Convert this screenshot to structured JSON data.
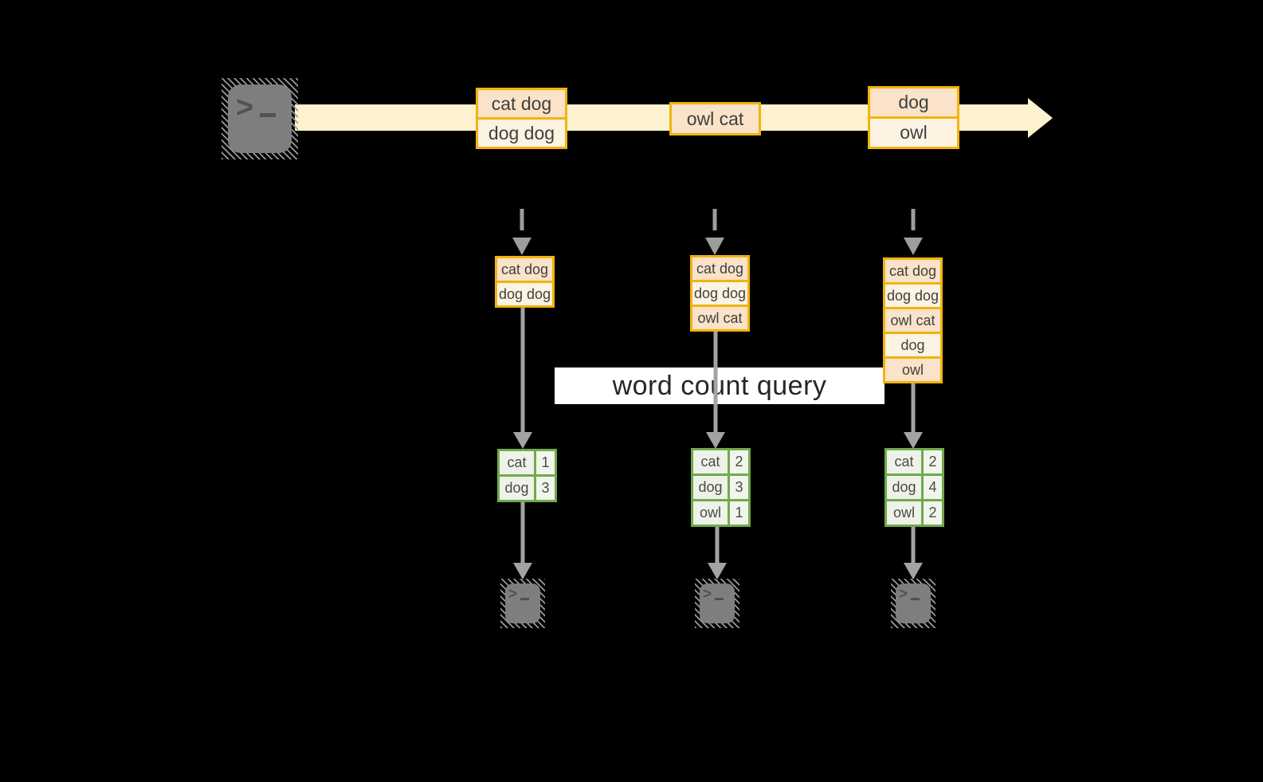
{
  "diagram": {
    "query_label": "word count query",
    "stream": {
      "events": [
        {
          "lines": [
            "cat dog",
            "dog dog"
          ]
        },
        {
          "lines": [
            "owl cat"
          ]
        },
        {
          "lines": [
            "dog",
            "owl"
          ]
        }
      ]
    },
    "columns": [
      {
        "state_lines": [
          "cat dog",
          "dog dog"
        ],
        "counts": [
          {
            "word": "cat",
            "count": "1"
          },
          {
            "word": "dog",
            "count": "3"
          }
        ]
      },
      {
        "state_lines": [
          "cat dog",
          "dog dog",
          "owl cat"
        ],
        "counts": [
          {
            "word": "cat",
            "count": "2"
          },
          {
            "word": "dog",
            "count": "3"
          },
          {
            "word": "owl",
            "count": "1"
          }
        ]
      },
      {
        "state_lines": [
          "cat dog",
          "dog dog",
          "owl cat",
          "dog",
          "owl"
        ],
        "counts": [
          {
            "word": "cat",
            "count": "2"
          },
          {
            "word": "dog",
            "count": "4"
          },
          {
            "word": "owl",
            "count": "2"
          }
        ]
      }
    ],
    "colors": {
      "background": "#000000",
      "stream_band": "#FDF2CF",
      "box_border_gold": "#F2B30D",
      "box_fill_peach": "#FAE3C8",
      "box_fill_cream": "#FDF3E3",
      "table_border_green": "#71A94C",
      "table_cell_green": "#EEF2E8",
      "terminal_gray": "#7E7E7E",
      "arrow_gray": "#9D9D9D",
      "label_band": "#FFFFFF"
    }
  }
}
